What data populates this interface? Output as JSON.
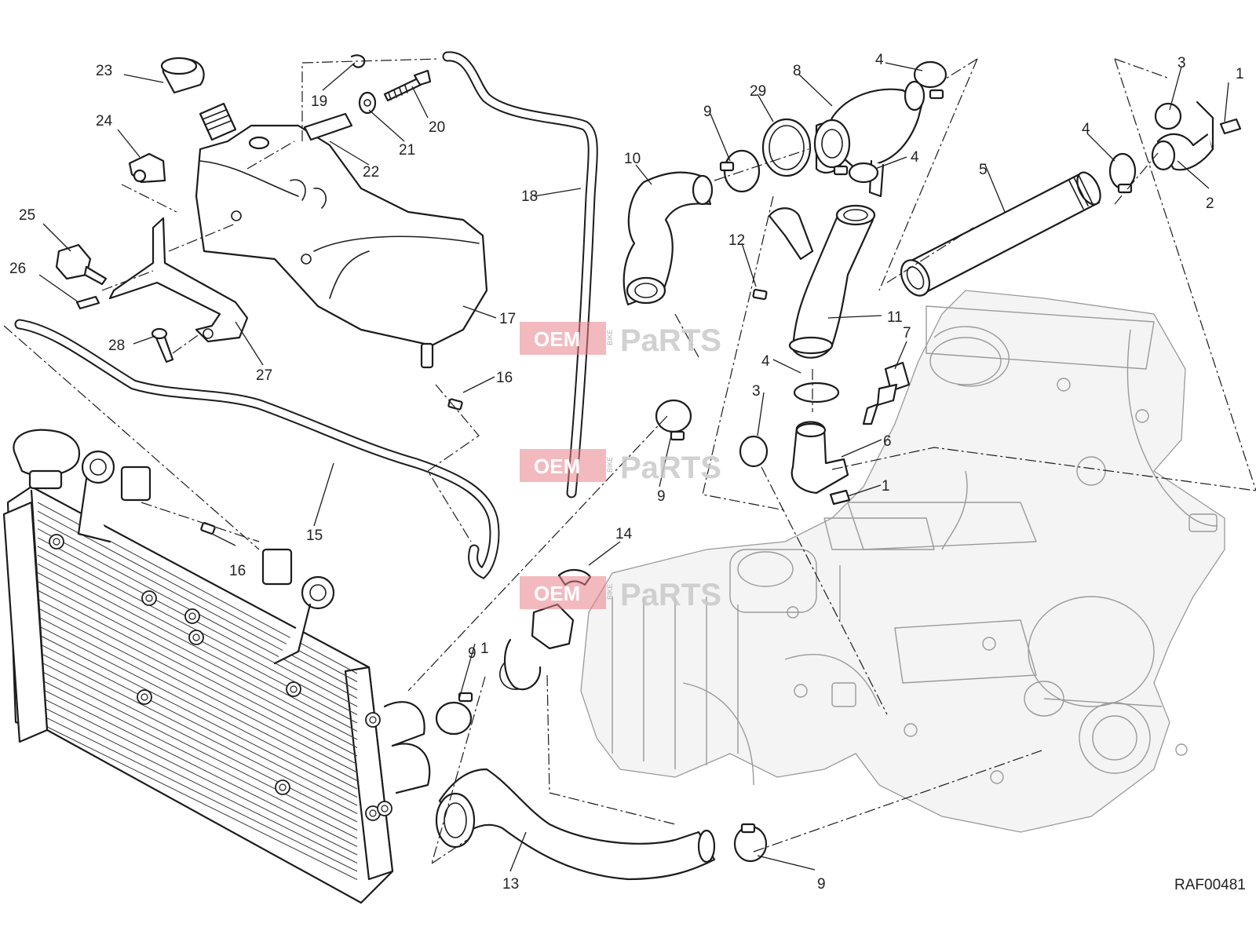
{
  "diagram": {
    "drawing_code": "RAF00481",
    "watermark": {
      "oem": "OEM",
      "bike": "BIKE",
      "parts": "PaRTS"
    },
    "callouts": [
      "1",
      "1",
      "1",
      "2",
      "3",
      "3",
      "4",
      "4",
      "4",
      "4",
      "5",
      "6",
      "7",
      "8",
      "9",
      "9",
      "9",
      "9",
      "10",
      "11",
      "12",
      "13",
      "14",
      "15",
      "16",
      "16",
      "17",
      "18",
      "19",
      "20",
      "21",
      "22",
      "23",
      "24",
      "25",
      "26",
      "27",
      "28",
      "29"
    ]
  }
}
